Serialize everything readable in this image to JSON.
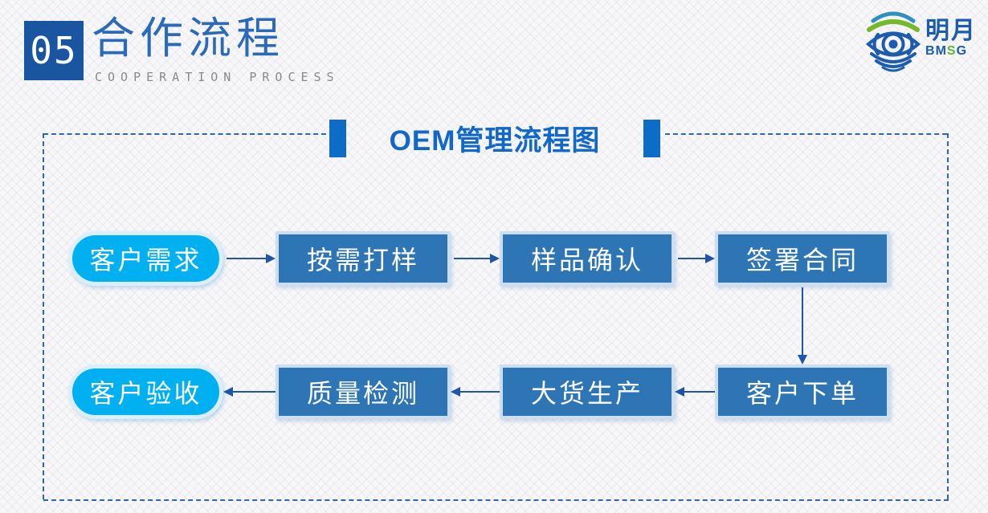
{
  "slide": {
    "header": {
      "section_number": "05",
      "title": "合作流程",
      "subtitle": "COOPERATION PROCESS"
    },
    "logo": {
      "company_name": "明月",
      "abbr_letters": [
        {
          "ch": "B"
        },
        {
          "ch": "M"
        },
        {
          "ch": "S"
        },
        {
          "ch": "G"
        }
      ]
    },
    "diagram": {
      "title": "OEM管理流程图",
      "rows": [
        {
          "direction": "right",
          "nodes": [
            {
              "label": "客户需求",
              "shape": "pill"
            },
            {
              "label": "按需打样",
              "shape": "rect"
            },
            {
              "label": "样品确认",
              "shape": "rect"
            },
            {
              "label": "签署合同",
              "shape": "rect"
            }
          ]
        },
        {
          "direction": "left",
          "nodes": [
            {
              "label": "客户验收",
              "shape": "pill"
            },
            {
              "label": "质量检测",
              "shape": "rect"
            },
            {
              "label": "大货生产",
              "shape": "rect"
            },
            {
              "label": "客户下单",
              "shape": "rect"
            }
          ]
        }
      ],
      "flow_order": [
        "客户需求",
        "按需打样",
        "样品确认",
        "签署合同",
        "客户下单",
        "大货生产",
        "质量检测",
        "客户验收"
      ]
    },
    "colors": {
      "header_square_blue": "#1a55a2",
      "header_title_blue": "#2a6ab8",
      "subtitle_gray": "#8a8a8a",
      "diagram_title_blue": "#1168c8",
      "accent_bar_blue": "#0d6cc6",
      "rect_fill_blue": "#2e75b6",
      "pill_fill_cyan": "#00b0f0",
      "arrow_blue": "#1f55a8",
      "dashed_border_blue": "#2f66b0",
      "logo_blue": "#1b5cad",
      "logo_green": "#5cb531"
    }
  }
}
